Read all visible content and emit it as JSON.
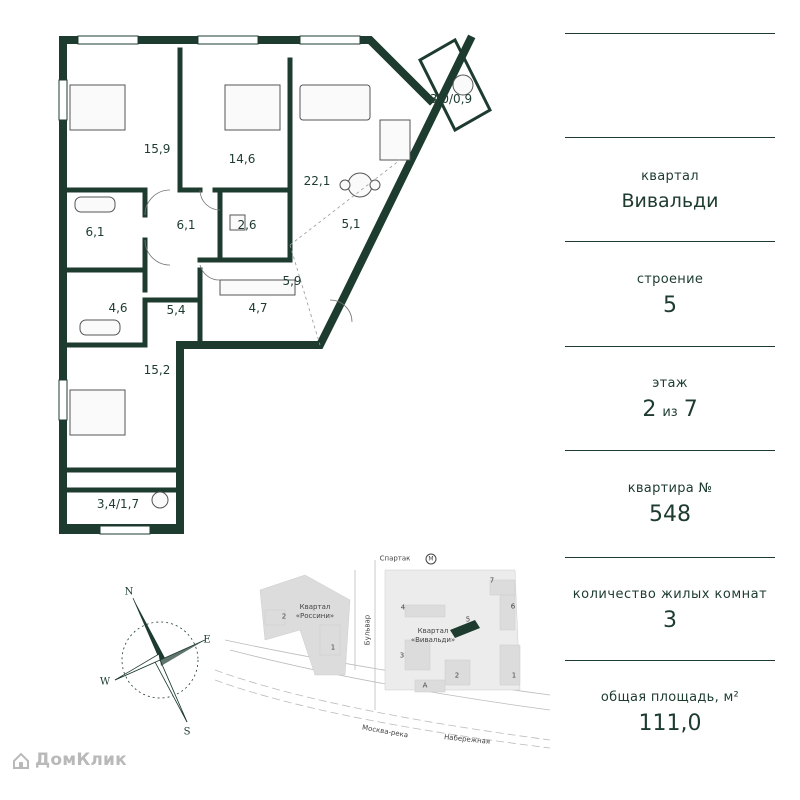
{
  "info": {
    "quarter_label": "квартал",
    "quarter_value": "Вивальди",
    "building_label": "строение",
    "building_value": "5",
    "floor_label": "этаж",
    "floor_value": "2",
    "floor_of": "из",
    "floor_total": "7",
    "apartment_label": "квартира №",
    "apartment_value": "548",
    "rooms_label": "количество жилых комнат",
    "rooms_value": "3",
    "area_label": "общая площадь, м²",
    "area_value": "111,0"
  },
  "plan": {
    "rooms": [
      {
        "label": "15,9"
      },
      {
        "label": "14,6"
      },
      {
        "label": "22,1"
      },
      {
        "label": "3,0/0,9"
      },
      {
        "label": "6,1"
      },
      {
        "label": "6,1"
      },
      {
        "label": "2,6"
      },
      {
        "label": "5,1"
      },
      {
        "label": "5,9"
      },
      {
        "label": "4,6"
      },
      {
        "label": "5,4"
      },
      {
        "label": "4,7"
      },
      {
        "label": "15,2"
      },
      {
        "label": "3,4/1,7"
      }
    ]
  },
  "site_map": {
    "metro": "Спартак",
    "metro_icon": "metro-m-icon",
    "quarter_rossini": "Квартал\n«Россини»",
    "quarter_vivaldi": "Квартал\n«Вивальди»",
    "boulevard": "Бульвар",
    "river": "Москва-река",
    "embankment": "Набережная",
    "building_numbers": [
      "7",
      "6",
      "4",
      "5",
      "3",
      "2",
      "A",
      "1",
      "1",
      "2"
    ]
  },
  "compass": {
    "n": "N",
    "e": "E",
    "s": "S",
    "w": "W"
  },
  "watermark": {
    "text": "ДомКлик",
    "icon": "home-logo-icon"
  },
  "colors": {
    "primary": "#1d3b2f",
    "wall": "#1d3b2f",
    "map_building": "#d9d9d9",
    "highlight": "#1d3b2f"
  }
}
